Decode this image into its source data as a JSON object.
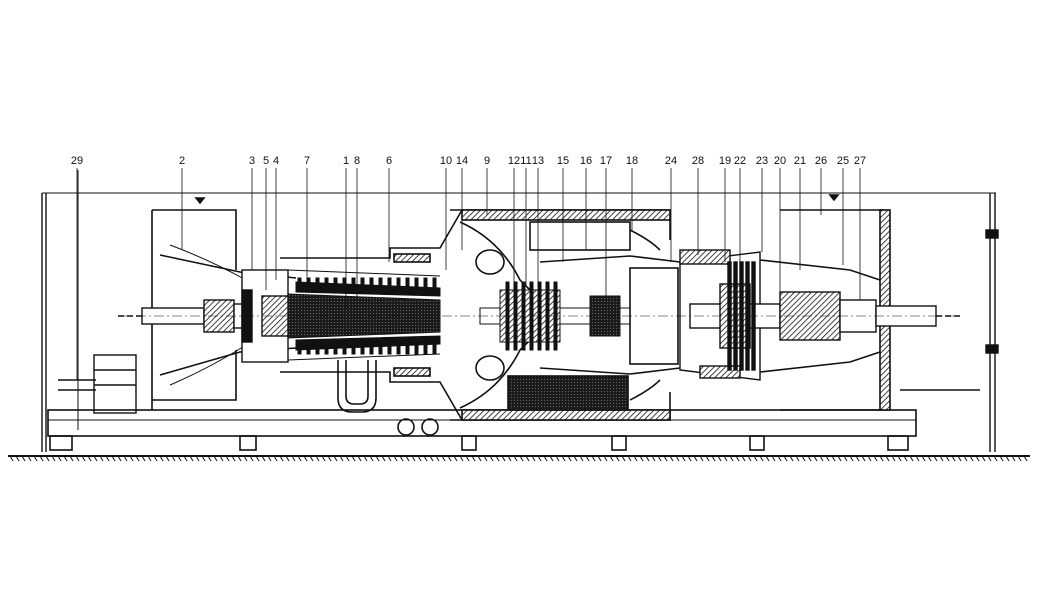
{
  "diagram": {
    "callouts": [
      {
        "id": "c29",
        "label": "29"
      },
      {
        "id": "c2",
        "label": "2"
      },
      {
        "id": "c3",
        "label": "3"
      },
      {
        "id": "c5",
        "label": "5"
      },
      {
        "id": "c4",
        "label": "4"
      },
      {
        "id": "c7",
        "label": "7"
      },
      {
        "id": "c1",
        "label": "1"
      },
      {
        "id": "c8",
        "label": "8"
      },
      {
        "id": "c6",
        "label": "6"
      },
      {
        "id": "c10",
        "label": "10"
      },
      {
        "id": "c14",
        "label": "14"
      },
      {
        "id": "c9",
        "label": "9"
      },
      {
        "id": "c12",
        "label": "12"
      },
      {
        "id": "c11",
        "label": "11"
      },
      {
        "id": "c13",
        "label": "13"
      },
      {
        "id": "c15",
        "label": "15"
      },
      {
        "id": "c16",
        "label": "16"
      },
      {
        "id": "c17",
        "label": "17"
      },
      {
        "id": "c18",
        "label": "18"
      },
      {
        "id": "c24",
        "label": "24"
      },
      {
        "id": "c28",
        "label": "28"
      },
      {
        "id": "c19",
        "label": "19"
      },
      {
        "id": "c22",
        "label": "22"
      },
      {
        "id": "c23",
        "label": "23"
      },
      {
        "id": "c20",
        "label": "20"
      },
      {
        "id": "c21",
        "label": "21"
      },
      {
        "id": "c26",
        "label": "26"
      },
      {
        "id": "c25",
        "label": "25"
      },
      {
        "id": "c27",
        "label": "27"
      }
    ]
  }
}
